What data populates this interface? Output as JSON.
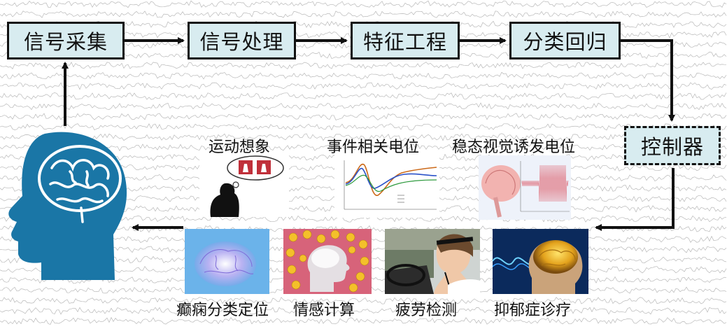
{
  "pipeline": {
    "signal_acquisition": "信号采集",
    "signal_processing": "信号处理",
    "feature_engineering": "特征工程",
    "classification_regression": "分类回归",
    "controller": "控制器"
  },
  "paradigms": {
    "motor_imagery": "运动想象",
    "event_related_potential": "事件相关电位",
    "ssvep": "稳态视觉诱发电位"
  },
  "applications": {
    "epilepsy": "癫痫分类定位",
    "emotion": "情感计算",
    "fatigue": "疲劳检测",
    "depression": "抑郁症诊疗"
  },
  "colors": {
    "box_fill": "#d8ecf0",
    "head_blue": "#1a76a6",
    "eeg_trace": "#b8b8b8"
  }
}
